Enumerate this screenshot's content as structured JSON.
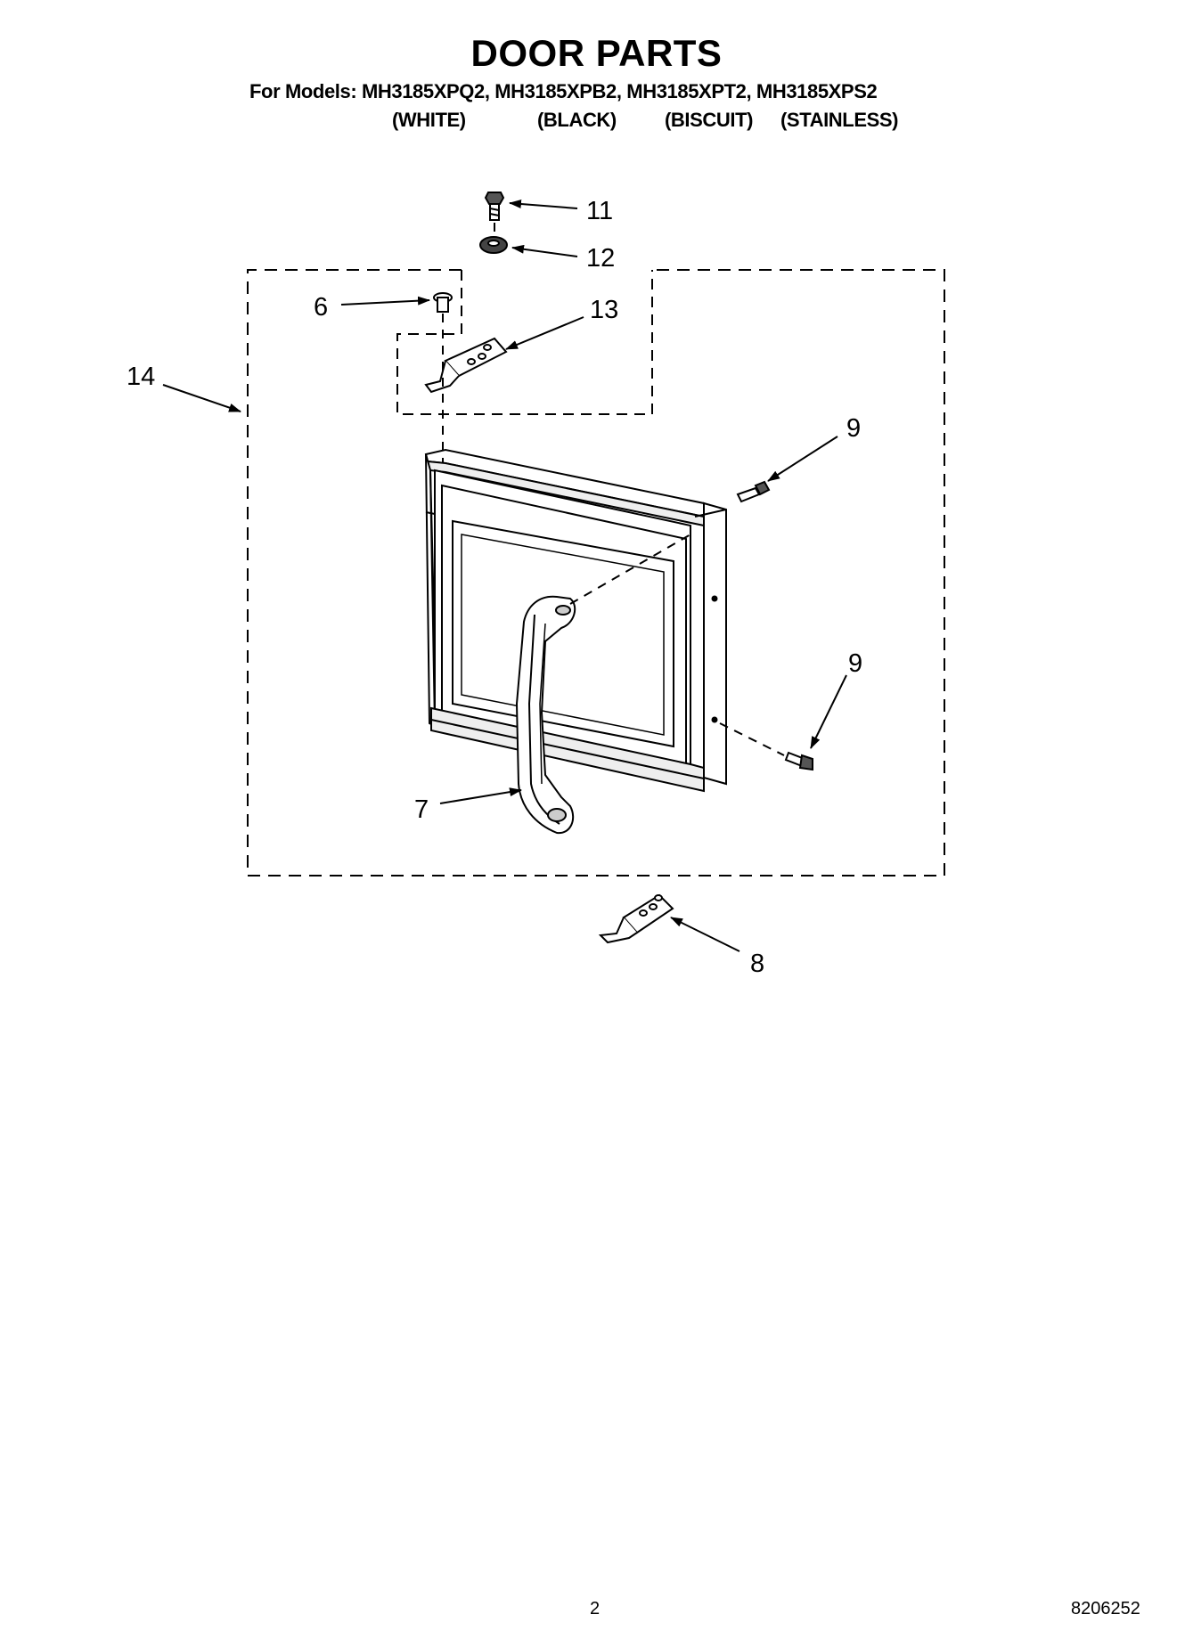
{
  "header": {
    "title": "DOOR PARTS",
    "models_line": "For Models: MH3185XPQ2, MH3185XPB2, MH3185XPT2, MH3185XPS2",
    "colors": [
      "(WHITE)",
      "(BLACK)",
      "(BISCUIT)",
      "(STAINLESS)"
    ]
  },
  "callouts": {
    "c11": "11",
    "c12": "12",
    "c6": "6",
    "c13": "13",
    "c14": "14",
    "c9a": "9",
    "c9b": "9",
    "c7": "7",
    "c8": "8"
  },
  "footer": {
    "page_number": "2",
    "doc_number": "8206252"
  }
}
